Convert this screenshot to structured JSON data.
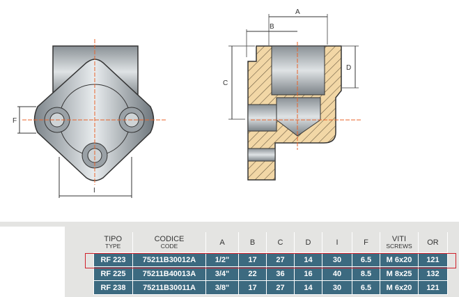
{
  "dimension_labels": {
    "A": "A",
    "B": "B",
    "C": "C",
    "D": "D",
    "F": "F",
    "I": "I"
  },
  "table": {
    "headers": [
      {
        "main": "TIPO",
        "sub": "TYPE"
      },
      {
        "main": "CODICE",
        "sub": "CODE"
      },
      {
        "main": "A"
      },
      {
        "main": "B"
      },
      {
        "main": "C"
      },
      {
        "main": "D"
      },
      {
        "main": "I"
      },
      {
        "main": "F"
      },
      {
        "main": "VITI",
        "sub": "SCREWS"
      },
      {
        "main": "OR"
      }
    ],
    "rows": [
      [
        "RF 223",
        "75211B30012A",
        "1/2\"",
        "17",
        "27",
        "14",
        "30",
        "6.5",
        "M 6x20",
        "121"
      ],
      [
        "RF 225",
        "75211B40013A",
        "3/4\"",
        "22",
        "36",
        "16",
        "40",
        "8.5",
        "M 8x25",
        "132"
      ],
      [
        "RF 238",
        "75211B30011A",
        "3/8\"",
        "17",
        "27",
        "14",
        "30",
        "6.5",
        "M 6x20",
        "121"
      ]
    ],
    "highlighted_row": 0
  },
  "colors": {
    "row_bg": "#3c6a80",
    "highlight": "#d0202a",
    "section": "#f2d7a6"
  }
}
